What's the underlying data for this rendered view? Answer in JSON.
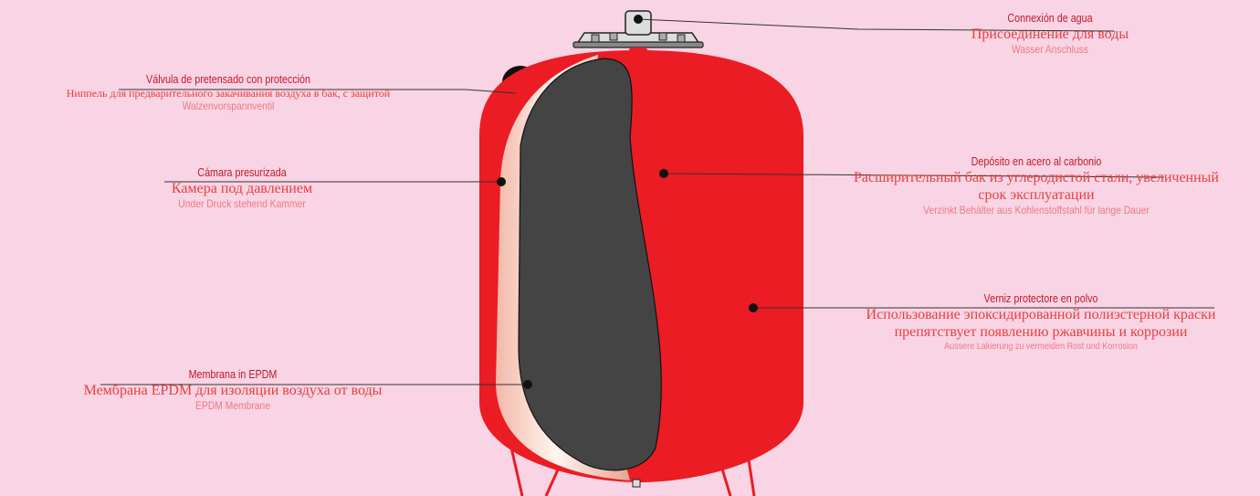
{
  "colors": {
    "background": "#f8d4e4",
    "tank_red": "#ec1c24",
    "membrane": "#444444",
    "label_spanish": "#c2182b",
    "label_russian": "#e8403f",
    "label_german": "#ee7a82"
  },
  "callouts": {
    "water_connection": {
      "es": "Connexión de agua",
      "ru": "Присоединение для воды",
      "de": "Wasser Anschluss"
    },
    "pretension_valve": {
      "es": "Válvula de pretensado con protección",
      "ru": "Ниппель для предварительного закачивания  воздуха в бак, с защитой",
      "de": "Walzenvorspannventil"
    },
    "pressurized_chamber": {
      "es": "Cámara presurizada",
      "ru": "Камера под давлением",
      "de": "Under Druck stehend Kammer"
    },
    "carbon_steel_tank": {
      "es": "Depósito en acero al carbonio",
      "ru_line1": "Расширительный бак из углеродистой стали, увеличенный",
      "ru_line2": "срок эксплуатации",
      "de": "Verzinkt Behälter aus Kohlenstoffstahl für lange Dauer"
    },
    "protective_paint": {
      "es": "Verniz protectore en polvo",
      "ru_line1": "Использование эпоксидированной полиэстерной краски",
      "ru_line2": "препятствует появлению ржавчины и коррозии",
      "de": "Aussere Lakierung zu vermeiden Rost und Korrosion"
    },
    "epdm_membrane": {
      "es": "Membrana in EPDM",
      "ru": "Мембрана EPDM для изоляции воздуха от воды",
      "de": "EPDM Membrane"
    }
  }
}
